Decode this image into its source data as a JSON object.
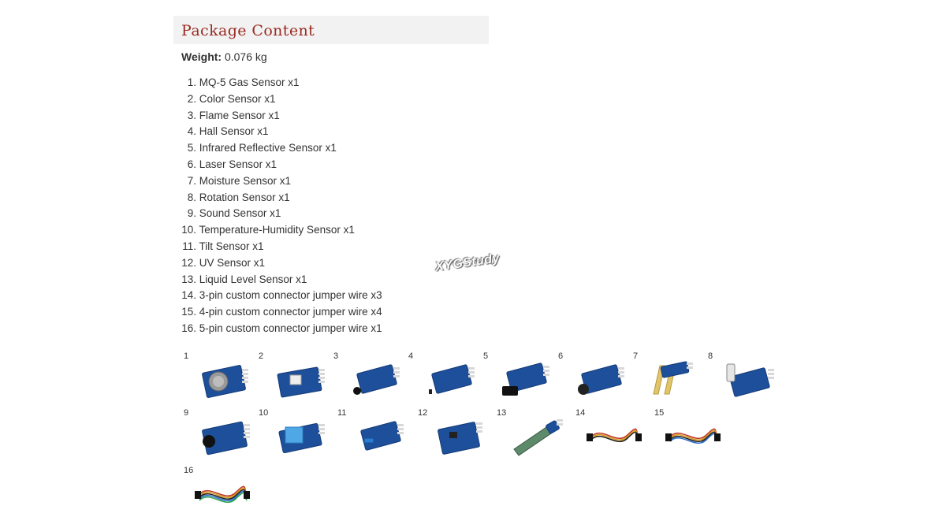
{
  "section": {
    "title": "Package Content"
  },
  "weight": {
    "label": "Weight:",
    "value": "0.076 kg"
  },
  "items": [
    {
      "num": "1.",
      "text": "MQ-5 Gas Sensor x1"
    },
    {
      "num": "2.",
      "text": "Color Sensor x1"
    },
    {
      "num": "3.",
      "text": "Flame Sensor x1"
    },
    {
      "num": "4.",
      "text": "Hall Sensor x1"
    },
    {
      "num": "5.",
      "text": "Infrared Reflective Sensor x1"
    },
    {
      "num": "6.",
      "text": "Laser Sensor x1"
    },
    {
      "num": "7.",
      "text": "Moisture Sensor x1"
    },
    {
      "num": "8.",
      "text": "Rotation Sensor x1"
    },
    {
      "num": "9.",
      "text": "Sound Sensor x1"
    },
    {
      "num": "10.",
      "text": "Temperature-Humidity Sensor x1"
    },
    {
      "num": "11.",
      "text": "Tilt Sensor x1"
    },
    {
      "num": "12.",
      "text": "UV Sensor x1"
    },
    {
      "num": "13.",
      "text": "Liquid Level Sensor x1"
    },
    {
      "num": "14.",
      "text": "3-pin custom connector jumper wire x3"
    },
    {
      "num": "15.",
      "text": "4-pin custom connector jumper wire x4"
    },
    {
      "num": "16.",
      "text": "5-pin custom connector jumper wire x1"
    }
  ],
  "watermark": "XYGStudy",
  "thumbnails": [
    {
      "label": "1",
      "kind": "gas"
    },
    {
      "label": "2",
      "kind": "color"
    },
    {
      "label": "3",
      "kind": "flame"
    },
    {
      "label": "4",
      "kind": "hall"
    },
    {
      "label": "5",
      "kind": "infrared"
    },
    {
      "label": "6",
      "kind": "laser"
    },
    {
      "label": "7",
      "kind": "moisture"
    },
    {
      "label": "8",
      "kind": "rotation"
    },
    {
      "label": "9",
      "kind": "sound"
    },
    {
      "label": "10",
      "kind": "temp-humidity"
    },
    {
      "label": "11",
      "kind": "tilt"
    },
    {
      "label": "12",
      "kind": "uv"
    },
    {
      "label": "13",
      "kind": "liquid-level"
    },
    {
      "label": "14",
      "kind": "wire3"
    },
    {
      "label": "15",
      "kind": "wire4"
    },
    {
      "label": "16",
      "kind": "wire5"
    }
  ],
  "colors": {
    "title": "#9a2b22",
    "pcb": "#1d4f9a",
    "pcb_dark": "#153b78",
    "header_pin": "#d8d8d8",
    "wire_red": "#c0392b",
    "wire_yellow": "#d99a1b",
    "wire_black": "#222222"
  }
}
